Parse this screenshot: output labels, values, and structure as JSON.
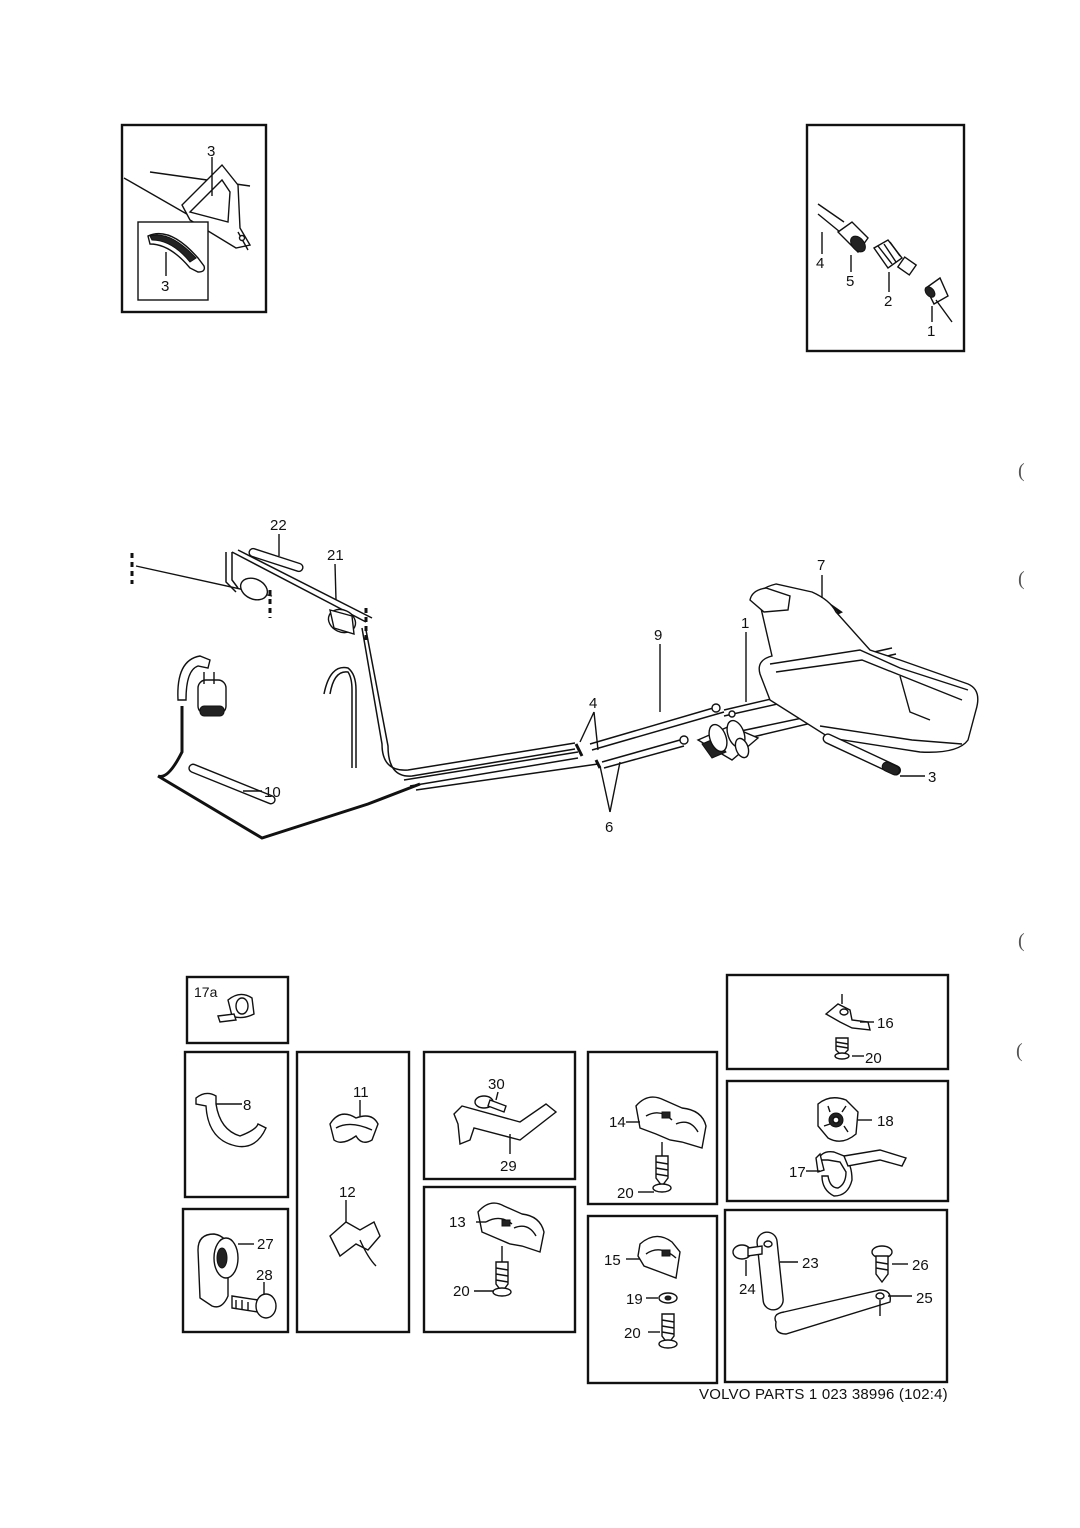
{
  "callouts": {
    "inset_left_top": "3",
    "inset_left_bottom": "3",
    "inset_right_4": "4",
    "inset_right_5": "5",
    "inset_right_2": "2",
    "inset_right_1": "1",
    "main_22": "22",
    "main_21": "21",
    "main_7": "7",
    "main_9": "9",
    "main_1": "1",
    "main_4": "4",
    "main_10": "10",
    "main_6": "6",
    "main_3": "3",
    "d17a": "17a",
    "d8": "8",
    "d11": "11",
    "d12": "12",
    "d30": "30",
    "d29": "29",
    "d13": "13",
    "d20_a": "20",
    "d14": "14",
    "d20_b": "20",
    "d15": "15",
    "d19": "19",
    "d20_c": "20",
    "d16": "16",
    "d20_d": "20",
    "d18": "18",
    "d17": "17",
    "d23": "23",
    "d24": "24",
    "d26": "26",
    "d25": "25",
    "d27": "27",
    "d28": "28"
  },
  "footer": "VOLVO PARTS 1 023 38996  (102:4)",
  "margin_marks": [
    "(",
    "(",
    "(",
    "("
  ]
}
